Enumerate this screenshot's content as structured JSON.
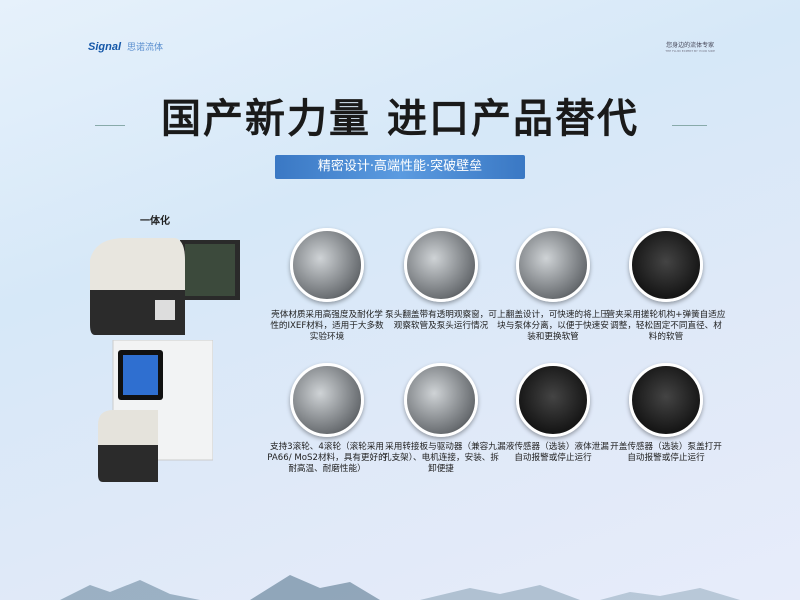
{
  "header": {
    "logo_en": "Signal",
    "logo_cn": "思诺流体",
    "tagline": "您身边的流体专家",
    "tagline_en": "THE FLUID EXPERT BY YOUR SIDE"
  },
  "title": "国产新力量 进口产品替代",
  "subtitle": "精密设计·高端性能·突破壁垒",
  "product_label": "一体化",
  "features": [
    {
      "text": "壳体材质采用高强度及耐化学性的IXEF材料，适用于大多数实验环境"
    },
    {
      "text": "泵头翻盖带有透明观察窗，可观察软管及泵头运行情况"
    },
    {
      "text": "上翻盖设计，可快速的将上压块与泵体分离，以便于快速安装和更换软管"
    },
    {
      "text": "管夹采用搓轮机构+弹簧自适应调整，轻松固定不同直径、材料的软管"
    },
    {
      "text": "支持3滚轮、4滚轮（滚轮采用PA66/ MoS2材料，具有更好的耐高温、耐磨性能）"
    },
    {
      "text": "采用转接板与驱动器（兼容九孔支架）、电机连接，安装、拆卸便捷"
    },
    {
      "text": "漏液传感器（选装）液体泄漏自动报警或停止运行"
    },
    {
      "text": "开盖传感器（选装）泵盖打开自动报警或停止运行"
    }
  ]
}
